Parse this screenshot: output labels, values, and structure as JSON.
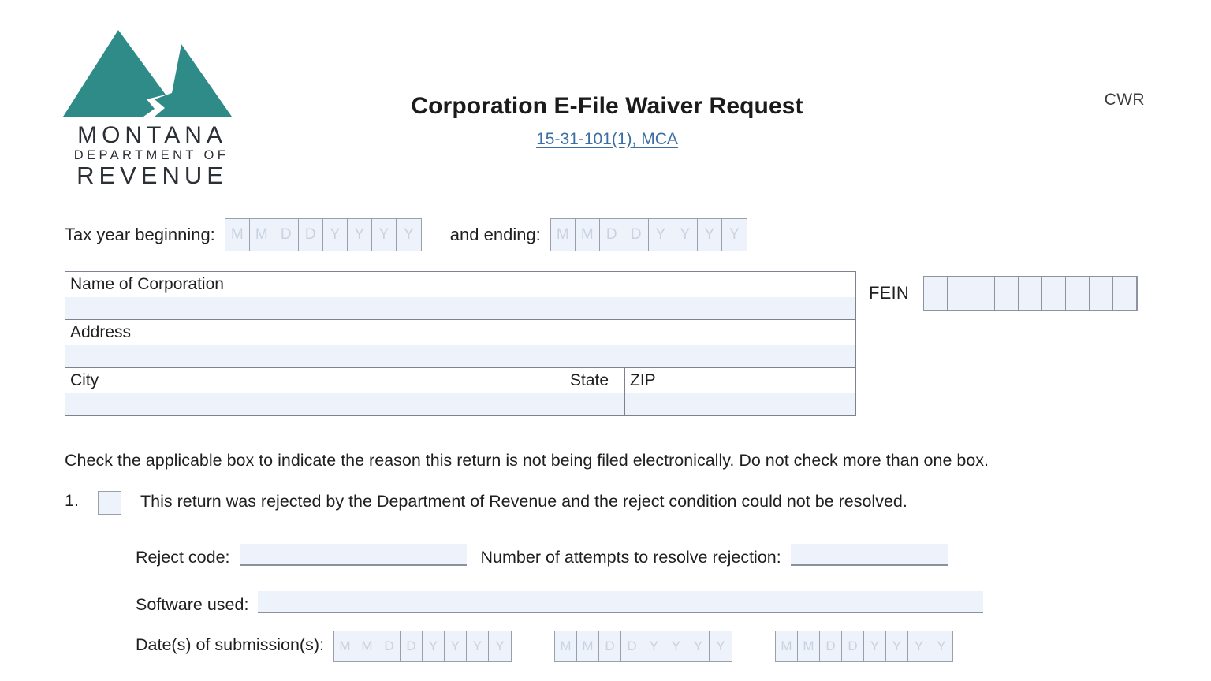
{
  "header": {
    "logo": {
      "alt": "Montana Department of Revenue logo",
      "teal": "#2e8b87",
      "wordmark_line1": "MONTANA",
      "wordmark_line2": "DEPARTMENT OF",
      "wordmark_line3": "REVENUE"
    },
    "title": "Corporation E-File Waiver Request",
    "subtitle_link": "15-31-101(1), MCA",
    "form_code": "CWR"
  },
  "tax_year": {
    "beginning_label": "Tax year beginning:",
    "ending_label": "and ending:",
    "date_placeholder": [
      "M",
      "M",
      "D",
      "D",
      "Y",
      "Y",
      "Y",
      "Y"
    ]
  },
  "address_block": {
    "rows": [
      {
        "cells": [
          {
            "label": "Name of Corporation",
            "value": ""
          }
        ]
      },
      {
        "cells": [
          {
            "label": "Address",
            "value": ""
          }
        ]
      },
      {
        "cells": [
          {
            "label": "City",
            "value": ""
          },
          {
            "label": "State",
            "value": ""
          },
          {
            "label": "ZIP",
            "value": ""
          }
        ]
      }
    ]
  },
  "fein": {
    "label": "FEIN",
    "box_count": 9,
    "value": ""
  },
  "instruction": "Check the applicable box to indicate the reason this return is not being filed electronically. Do not check more than one box.",
  "item1": {
    "number": "1.",
    "checked": false,
    "text": "This return was rejected by the Department of Revenue and the reject condition could not be resolved.",
    "reject_code_label": "Reject code:",
    "reject_code_value": "",
    "attempts_label": "Number of attempts to resolve rejection:",
    "attempts_value": "",
    "software_label": "Software used:",
    "software_value": "",
    "dates_label": "Date(s) of submission(s):",
    "date_placeholder": [
      "M",
      "M",
      "D",
      "D",
      "Y",
      "Y",
      "Y",
      "Y"
    ],
    "date_group_count": 3
  },
  "colors": {
    "brand_teal": "#2e8b87",
    "field_fill": "#eef2fa",
    "field_border": "#7d838e",
    "link": "#3a6ea5",
    "text": "#1f1f1f"
  }
}
